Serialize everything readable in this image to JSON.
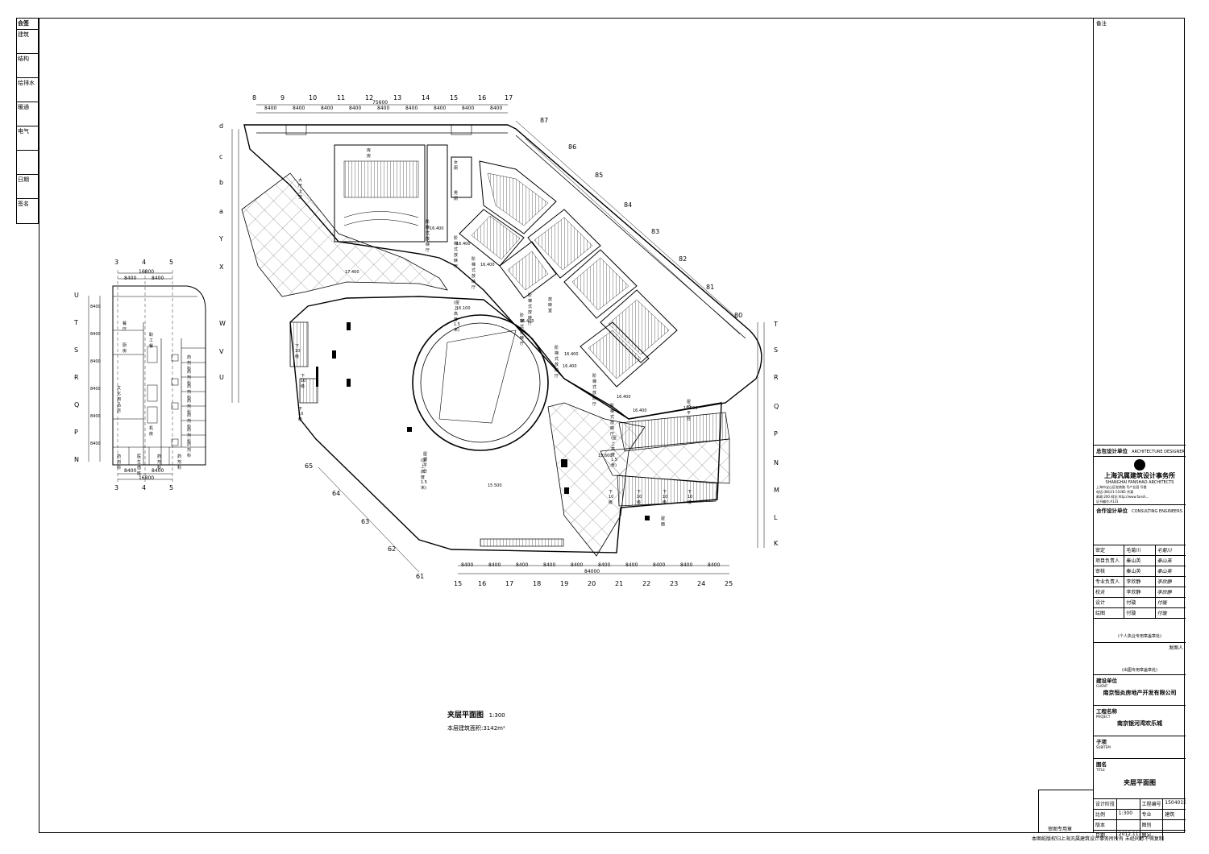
{
  "left_strip": {
    "title": "会签",
    "rows": [
      "建筑",
      "结构",
      "给排水",
      "暖通",
      "电气",
      "",
      "日期",
      "签名"
    ]
  },
  "title_block": {
    "remark_label": "备注",
    "design_unit_label": "总包设计单位",
    "design_unit_label_en": "ARCHITECTURE DESIGNER",
    "firm_name": "上海汎属建筑设计事务所",
    "firm_name_en": "SHANGHAI FANSHAO ARCHITECTS",
    "firm_info": [
      "上海市宝山区淞南路 号产业园 号楼",
      "电话:(86)21-51085 传真",
      "邮政:200 网址:http://www.fansh...",
      "证书编号:A131"
    ],
    "coop_unit_label": "合作设计单位",
    "coop_unit_label_en": "CONSULTING ENGINEERS",
    "approval_rows": [
      {
        "role": "审定",
        "name": "毛菊川",
        "sign": "毛菊川"
      },
      {
        "role": "项目负责人",
        "name": "秦山英",
        "sign": "秦山英"
      },
      {
        "role": "审核",
        "name": "秦山英",
        "sign": "秦山英"
      },
      {
        "role": "专业负责人",
        "name": "李欣静",
        "sign": "李欣静"
      },
      {
        "role": "校对",
        "name": "李欣静",
        "sign": "李欣静"
      },
      {
        "role": "设计",
        "name": "付璇",
        "sign": "付璇"
      },
      {
        "role": "绘图",
        "name": "付璇",
        "sign": "付璇"
      }
    ],
    "personal_seal": "(个人执业专用章盖章处)",
    "issue_label": "发图人",
    "stamp_label": "(出图专用章盖章处)",
    "client_label": "建设单位",
    "client_label_en": "CLIENT",
    "client_name": "南京恒炎房地产开发有限公司",
    "project_label": "工程名称",
    "project_label_en": "PROJECT",
    "project_name": "南京银河湾欢乐城",
    "subitem_label": "子项",
    "subitem_label_en": "SUBITEM",
    "drawing_label": "图名",
    "drawing_label_en": "TITLE",
    "drawing_name": "夹层平面图",
    "meta_rows": [
      [
        "设计阶段",
        "",
        "工程编号",
        "1504015"
      ],
      [
        "比例",
        "1:300",
        "专业",
        "建筑"
      ],
      [
        "版本",
        "",
        "图别",
        ""
      ],
      [
        "日期",
        "2012.11.18",
        "图号",
        ""
      ]
    ],
    "bottom_label": "审图专用章",
    "bottom_note": "本图纸版权归上海汎属建筑设计事务所所有 未经同意不得复制"
  },
  "plan": {
    "title": "夹层平面图",
    "scale": "1:300",
    "area_note": "本层建筑面积:3142m²",
    "top_axes": [
      "8",
      "9",
      "10",
      "11",
      "12",
      "13",
      "14",
      "15",
      "16",
      "17"
    ],
    "top_dims": [
      "8400",
      "8400",
      "8400",
      "8400",
      "8400",
      "8400",
      "8400",
      "8400",
      "8400"
    ],
    "top_total": "75600",
    "bottom_axes": [
      "15",
      "16",
      "17",
      "18",
      "19",
      "20",
      "21",
      "22",
      "23",
      "24",
      "25"
    ],
    "bottom_dims": [
      "8400",
      "8400",
      "8400",
      "8400",
      "8400",
      "8400",
      "8400",
      "8400",
      "8400",
      "8400"
    ],
    "bottom_total": "84000",
    "left_axes": [
      "d",
      "c",
      "b",
      "a",
      "Y",
      "X",
      "W",
      "V",
      "U"
    ],
    "right_axes": [
      "T",
      "S",
      "R",
      "Q",
      "P",
      "N",
      "M",
      "L",
      "K"
    ],
    "diag_axes_ne": [
      "87",
      "86",
      "85",
      "84",
      "83",
      "82",
      "81",
      "80"
    ],
    "diag_axes_sw": [
      "65",
      "64",
      "63",
      "62",
      "61"
    ],
    "room_labels": [
      "大厅上空",
      "阶梯式放映厅",
      "阶梯式放映厅",
      "阶梯式放映厅",
      "阶梯式放映厅",
      "阶梯式放映厅",
      "阶梯式放映厅",
      "阶梯式放映厅",
      "阶梯式放映厅",
      "放映室",
      "屋顶平台",
      "屋顶平台",
      "屋面",
      "下10级",
      "下10级",
      "下10级",
      "下10级",
      "下10级",
      "下10级",
      "下10级",
      "女厕",
      "男厕",
      "库房"
    ],
    "elevations": [
      "16.400",
      "16.400",
      "16.400",
      "16.400",
      "16.400",
      "16.400",
      "16.400",
      "16.400",
      "15.600",
      "15.500",
      "15.500",
      "17.400",
      "16.100"
    ],
    "notes": [
      "(屋上高度1.5米)",
      "(屋上高度1.5米)",
      "(屋上高度1.5米)"
    ]
  },
  "inset": {
    "top_axes": [
      "3",
      "4",
      "5"
    ],
    "top_dims": [
      "8400",
      "8400"
    ],
    "top_total": "16800",
    "left_axes": [
      "U",
      "T",
      "S",
      "R",
      "Q",
      "P",
      "N"
    ],
    "left_dims": [
      "8400",
      "8400",
      "8400",
      "8400",
      "8400",
      "8400"
    ],
    "room_labels": [
      "餐厅",
      "厨房",
      "职工餐",
      "文化用品店",
      "机房",
      "药剂科",
      "药剂科",
      "药剂科",
      "药剂科",
      "药剂科",
      "药剂科",
      "药剂科",
      "药剂科",
      "医生值班",
      "药剂科",
      "药剂科"
    ]
  }
}
